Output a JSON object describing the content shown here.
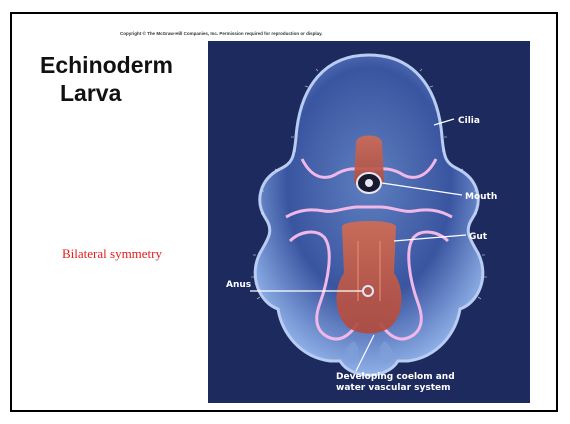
{
  "copyright": "Copyright © The McGraw-Hill Companies, Inc. Permission required for reproduction or display.",
  "title": {
    "line1": "Echinoderm",
    "line2": "Larva"
  },
  "annotation": "Bilateral symmetry",
  "labels": {
    "cilia": "Cilia",
    "mouth": "Mouth",
    "gut": "Gut",
    "anus": "Anus",
    "coelom_line1": "Developing coelom and",
    "coelom_line2": "water vascular system"
  },
  "colors": {
    "annotation": "#e31b1b",
    "background": "#1f2d63",
    "body": "#7fa0d8",
    "outline": "#f0b7e8",
    "gut": "#c35a4a"
  }
}
